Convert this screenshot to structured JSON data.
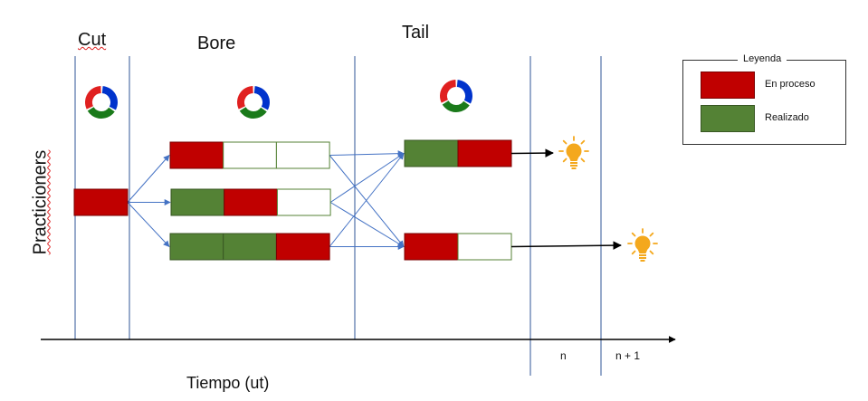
{
  "phases": [
    {
      "id": "cut",
      "label": "Cut"
    },
    {
      "id": "bore",
      "label": "Bore"
    },
    {
      "id": "tail",
      "label": "Tail"
    }
  ],
  "y_axis_label": "Practicioners",
  "x_axis_label": "Tiempo (ut)",
  "ticks": [
    "n",
    "n + 1"
  ],
  "legend": {
    "title": "Leyenda",
    "items": [
      {
        "label": "En proceso",
        "color": "#c00000"
      },
      {
        "label": "Realizado",
        "color": "#548235"
      }
    ]
  },
  "colors": {
    "in_process": "#c00000",
    "done": "#548235",
    "empty": "#ffffff",
    "arrow": "#4472c4",
    "guide_line": "#2f5597",
    "axis": "#000000",
    "bulb": "#f4a81d",
    "cycle_blue": "#0033cc",
    "cycle_red": "#e02020",
    "cycle_green": "#1a7a1a"
  },
  "tasks": [
    {
      "id": "cut-1",
      "phase": "cut",
      "segments": [
        "in_process"
      ]
    },
    {
      "id": "bore-1",
      "phase": "bore",
      "segments": [
        "in_process",
        "empty",
        "empty"
      ]
    },
    {
      "id": "bore-2",
      "phase": "bore",
      "segments": [
        "done",
        "in_process",
        "empty"
      ]
    },
    {
      "id": "bore-3",
      "phase": "bore",
      "segments": [
        "done",
        "done",
        "in_process"
      ]
    },
    {
      "id": "tail-1",
      "phase": "tail",
      "segments": [
        "done",
        "in_process"
      ]
    },
    {
      "id": "tail-2",
      "phase": "tail",
      "segments": [
        "in_process",
        "empty"
      ]
    }
  ],
  "flows": [
    [
      "cut-1",
      "bore-1"
    ],
    [
      "cut-1",
      "bore-2"
    ],
    [
      "cut-1",
      "bore-3"
    ],
    [
      "bore-1",
      "tail-1"
    ],
    [
      "bore-1",
      "tail-2"
    ],
    [
      "bore-2",
      "tail-1"
    ],
    [
      "bore-2",
      "tail-2"
    ],
    [
      "bore-3",
      "tail-1"
    ],
    [
      "bore-3",
      "tail-2"
    ]
  ],
  "outcomes": [
    {
      "from": "tail-1",
      "icon": "lightbulb-icon"
    },
    {
      "from": "tail-2",
      "icon": "lightbulb-icon"
    }
  ],
  "cycle_icons": [
    "cycle-icon",
    "cycle-icon",
    "cycle-icon"
  ]
}
